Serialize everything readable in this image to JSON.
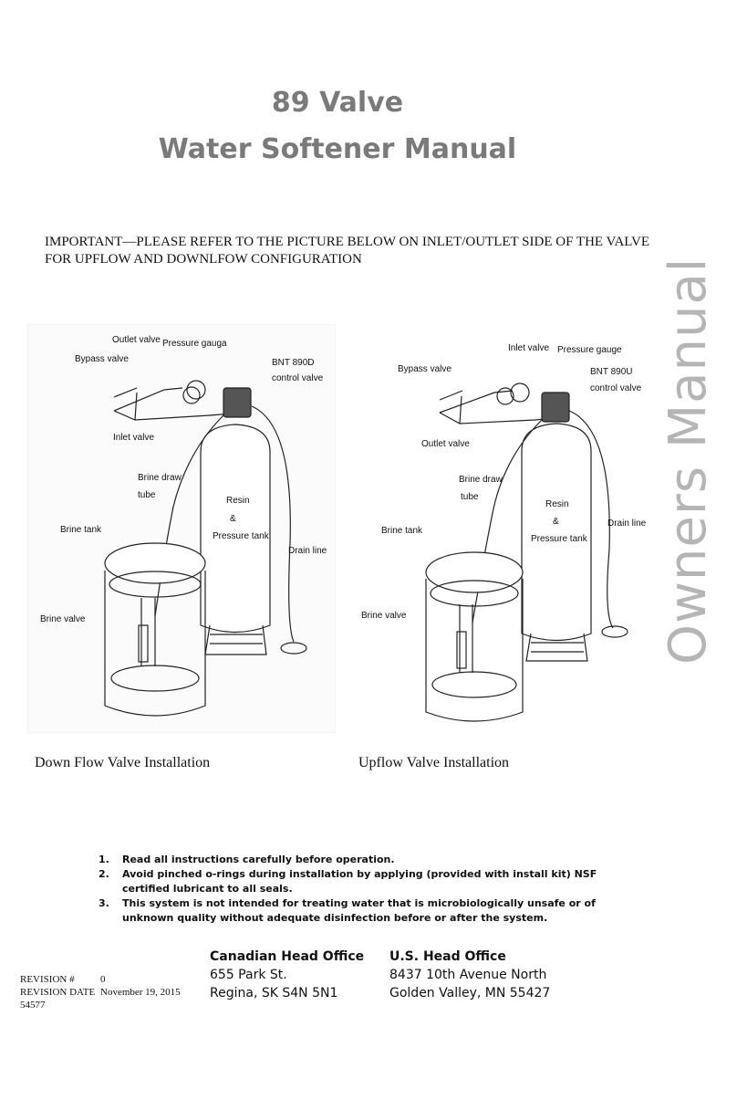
{
  "header": {
    "title_line1": "89 Valve",
    "title_line2": "Water Softener Manual"
  },
  "side_label": "Owners Manual",
  "important_text": "IMPORTANT—PLEASE REFER TO THE PICTURE BELOW ON INLET/OUTLET SIDE OF THE VALVE FOR UPFLOW AND DOWNLFOW CONFIGURATION",
  "diagram_downflow": {
    "labels": {
      "outlet_valve": "Outlet valve",
      "pressure_gauge": "Pressure gauga",
      "bypass_valve": "Bypass valve",
      "control_valve_model": "BNT 890D",
      "control_valve": "control valve",
      "inlet_valve": "Inlet valve",
      "brine_draw": "Brine draw",
      "tube": "tube",
      "resin": "Resin",
      "amp": "&",
      "pressure_tank": "Pressure tank",
      "brine_tank": "Brine tank",
      "drain_line": "Drain line",
      "brine_valve": "Brine valve"
    },
    "caption": "Down Flow Valve Installation"
  },
  "diagram_upflow": {
    "labels": {
      "inlet_valve": "Inlet valve",
      "pressure_gauge": "Pressure gauge",
      "bypass_valve": "Bypass valve",
      "control_valve_model": "BNT 890U",
      "control_valve": "control valve",
      "outlet_valve": "Outlet valve",
      "brine_draw": "Brine draw",
      "tube": "tube",
      "resin": "Resin",
      "amp": "&",
      "pressure_tank": "Pressure tank",
      "drain_line": "Drain line",
      "brine_tank": "Brine tank",
      "brine_valve": "Brine valve"
    },
    "caption": "Upflow Valve Installation"
  },
  "notes": [
    {
      "num": "1.",
      "text": "Read all instructions carefully before operation."
    },
    {
      "num": "2.",
      "text": "Avoid pinched o-rings during installation by applying (provided with install kit) NSF certified lubricant to all seals."
    },
    {
      "num": "3.",
      "text": "This system is not intended for treating water that is microbiologically unsafe or of unknown quality without adequate disinfection before or after the system."
    }
  ],
  "offices": {
    "canada": {
      "heading": "Canadian Head Office",
      "line1": "655 Park St.",
      "line2": "Regina, SK S4N 5N1"
    },
    "usa": {
      "heading": "U.S. Head Office",
      "line1": "8437 10th Avenue North",
      "line2": "Golden Valley, MN 55427"
    }
  },
  "revision": {
    "rev_label": "REVISION #",
    "rev_value": "0",
    "date_label": "REVISION DATE",
    "date_value": "November 19, 2015",
    "doc_number": "54577"
  }
}
